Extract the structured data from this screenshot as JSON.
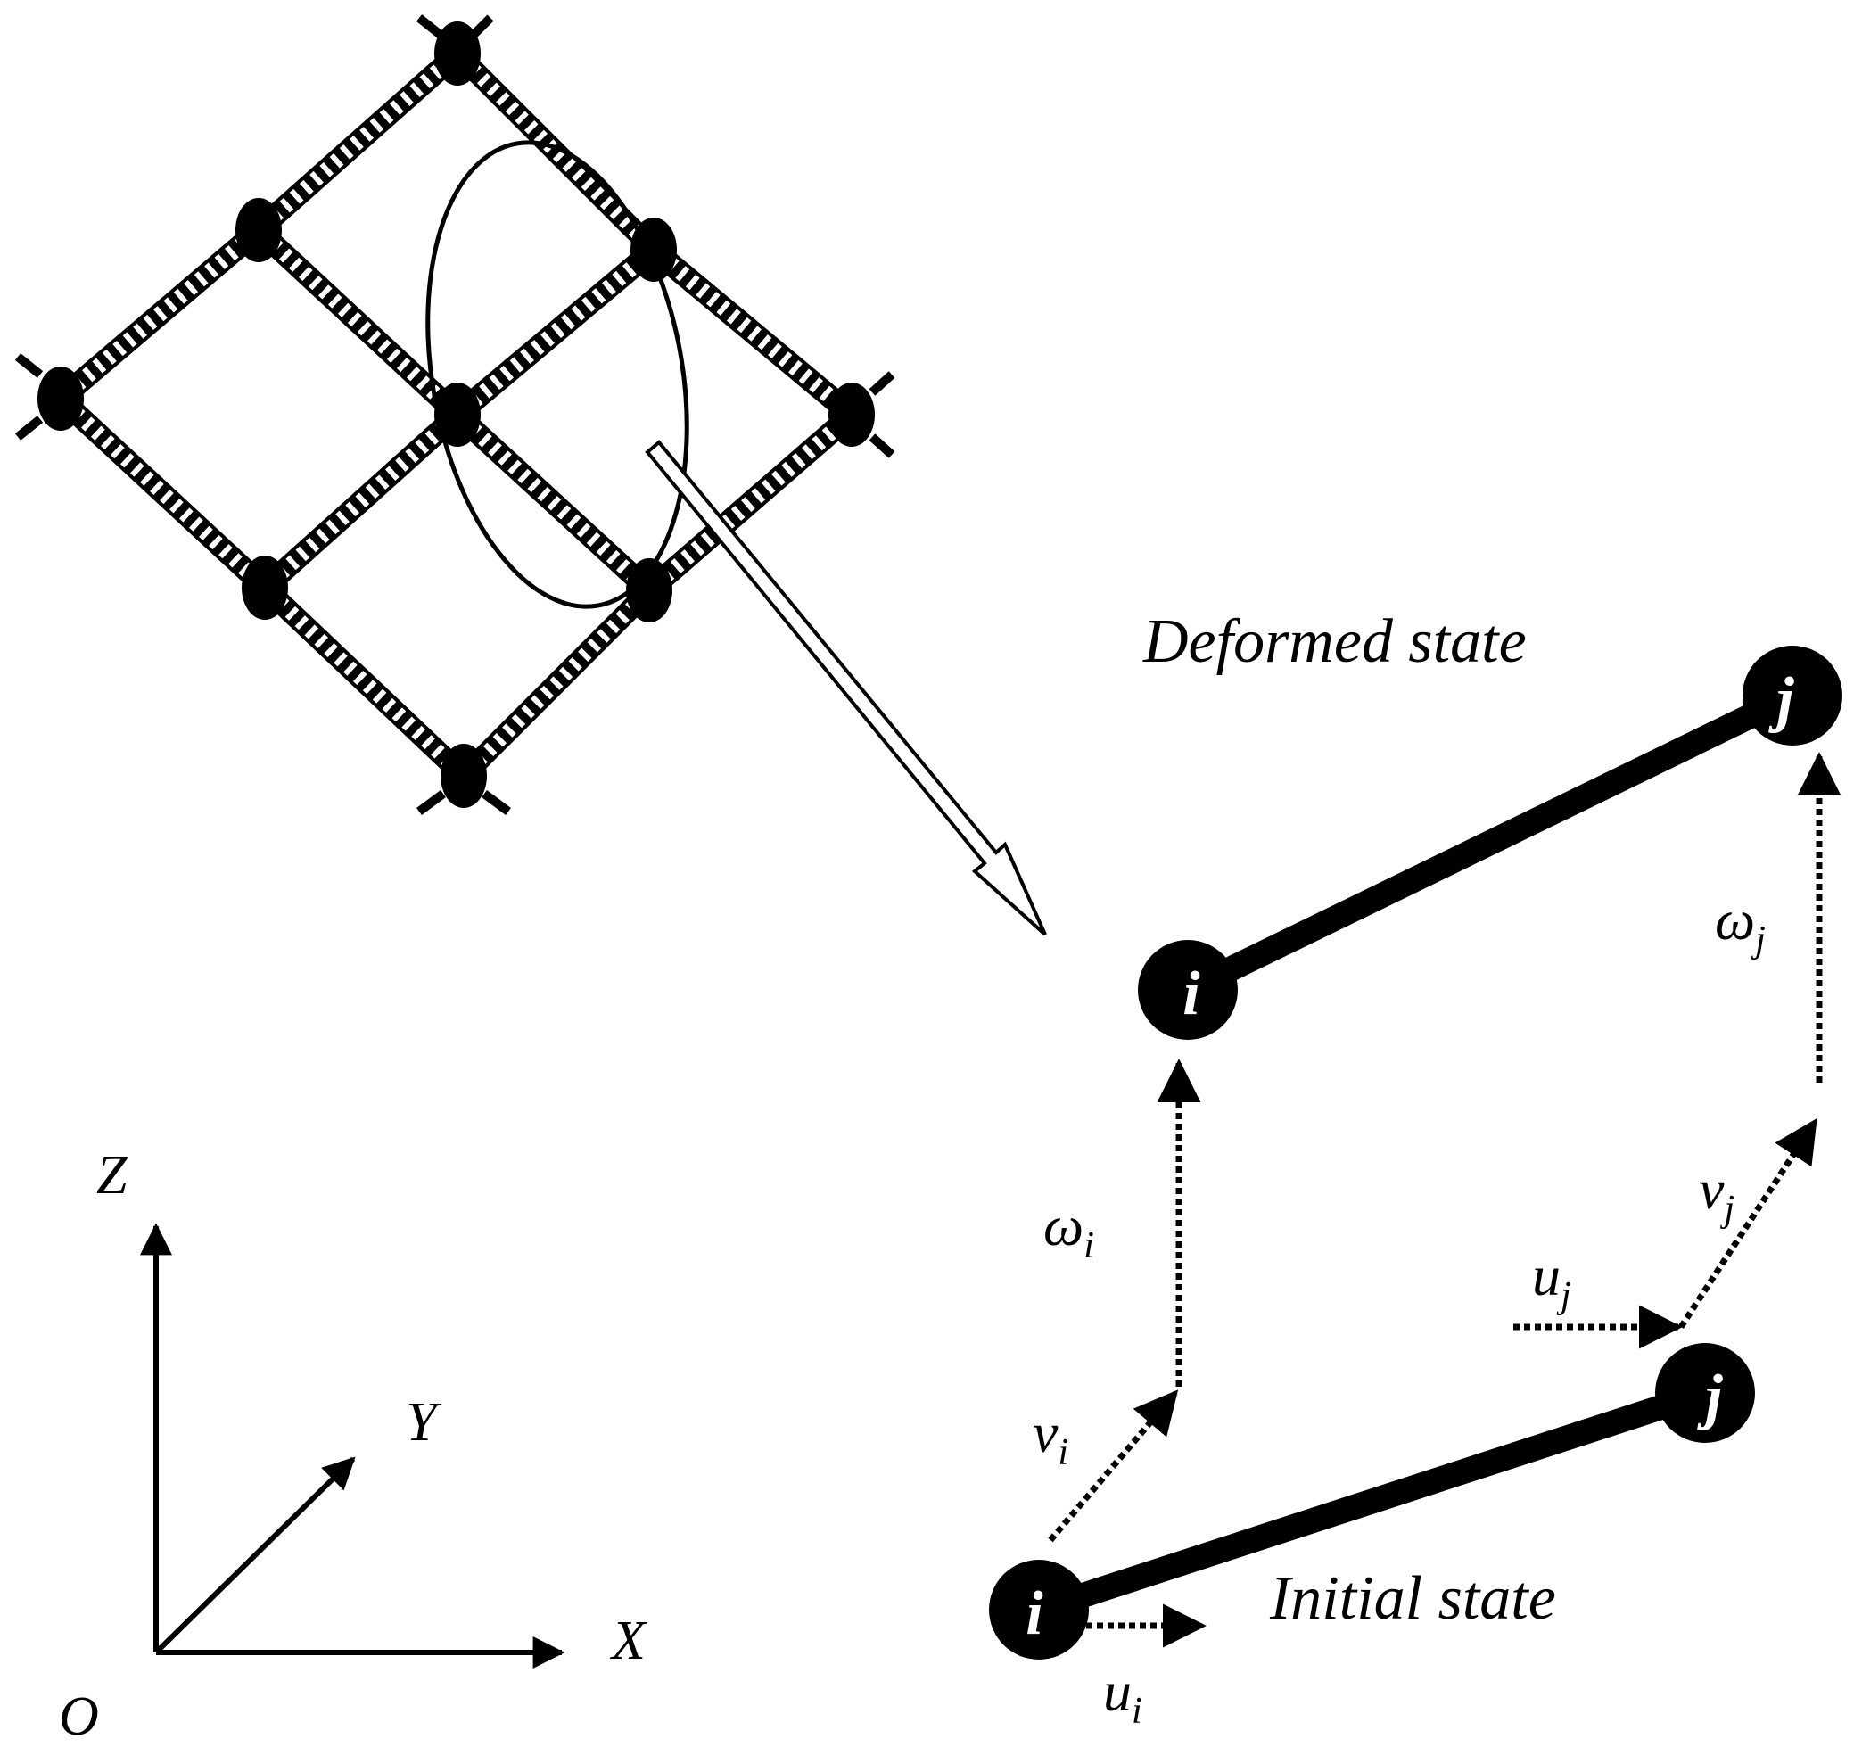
{
  "labels": {
    "deformed_state": "Deformed state",
    "initial_state": "Initial state",
    "node_i": "i",
    "node_j": "j"
  },
  "displacements": {
    "omega_i": {
      "base": "ω",
      "sub": "i"
    },
    "omega_j": {
      "base": "ω",
      "sub": "j"
    },
    "v_i": {
      "base": "v",
      "sub": "i"
    },
    "v_j": {
      "base": "v",
      "sub": "j"
    },
    "u_i": {
      "base": "u",
      "sub": "i"
    },
    "u_j": {
      "base": "u",
      "sub": "j"
    }
  },
  "axes": {
    "z": "Z",
    "y": "Y",
    "x": "X",
    "origin": "O"
  },
  "colors": {
    "ink": "#000000",
    "background": "#ffffff"
  }
}
